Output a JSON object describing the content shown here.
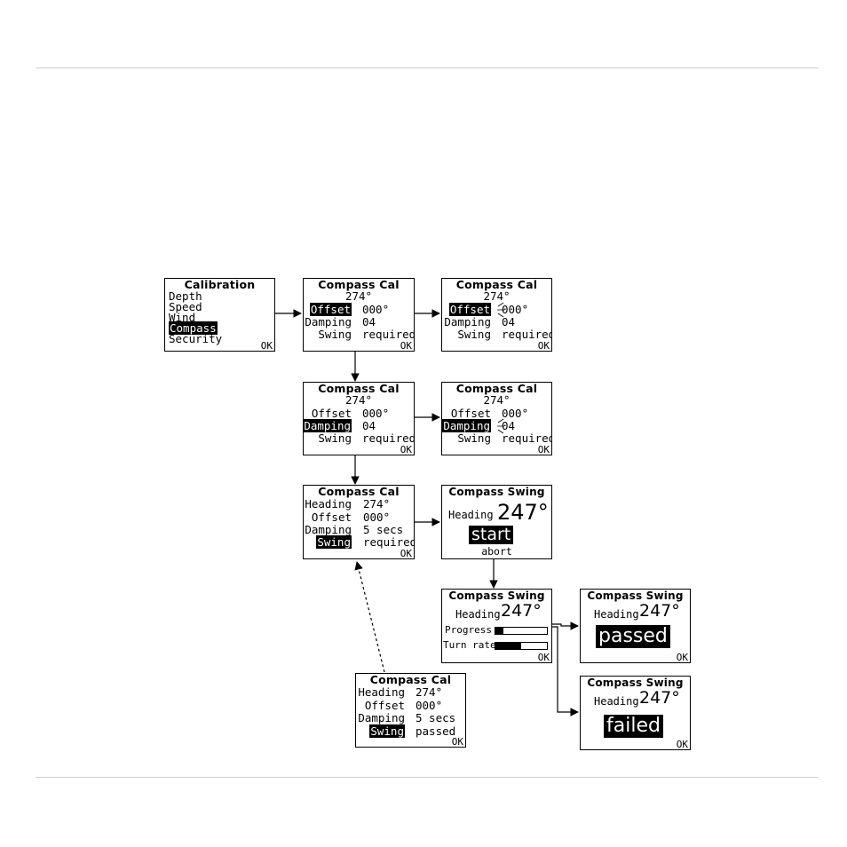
{
  "calibration": {
    "title": "Calibration",
    "items": [
      "Depth",
      "Speed",
      "Wind",
      "Compass",
      "Security"
    ],
    "selected": "Compass",
    "ok": "OK"
  },
  "compass_cal": {
    "title": "Compass Cal",
    "heading_value": "274°",
    "offset_label": "Offset",
    "offset_value": "000°",
    "damping_label": "Damping",
    "damping_value": "04",
    "swing_label": "Swing",
    "swing_value": "required",
    "ok": "OK"
  },
  "compass_cal_summary": {
    "title": "Compass Cal",
    "heading_label": "Heading",
    "heading_value": "274°",
    "offset_label": "Offset",
    "offset_value": "000°",
    "damping_label": "Damping",
    "damping_value": "5 secs",
    "swing_label": "Swing",
    "swing_required": "required",
    "swing_passed": "passed",
    "ok": "OK"
  },
  "compass_swing": {
    "title": "Compass Swing",
    "heading_label": "Heading",
    "heading_value": "247°",
    "start": "start",
    "abort": "abort",
    "progress_label": "Progress",
    "progress_fraction": 0.15,
    "turn_rate_label": "Turn rate",
    "turn_rate_fraction": 0.5,
    "passed": "passed",
    "failed": "failed",
    "ok": "OK"
  }
}
